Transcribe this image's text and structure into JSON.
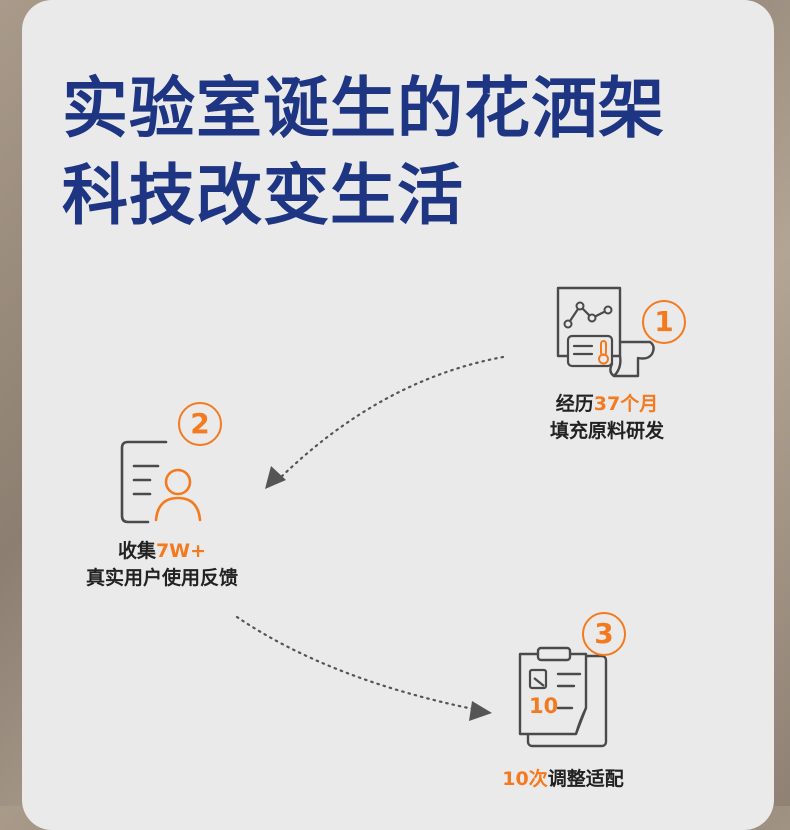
{
  "headline": {
    "line1": "实验室诞生的花洒架",
    "line2": "科技改变生活"
  },
  "colors": {
    "title": "#1d3583",
    "accent": "#f47a20",
    "icon_stroke": "#4a4a4a",
    "card_bg": "#eaeaea"
  },
  "steps": [
    {
      "badge": "1",
      "icon": "lab-report-chart-thermometer-icon",
      "caption_pre": "经历",
      "caption_highlight": "37个月",
      "caption_line2": "填充原料研发"
    },
    {
      "badge": "2",
      "icon": "user-feedback-document-icon",
      "caption_pre": "收集",
      "caption_highlight": "7W+",
      "caption_line2": "真实用户使用反馈"
    },
    {
      "badge": "3",
      "icon": "clipboard-checklist-icon",
      "icon_text": "10",
      "caption_highlight": "10次",
      "caption_post": "调整适配"
    }
  ]
}
